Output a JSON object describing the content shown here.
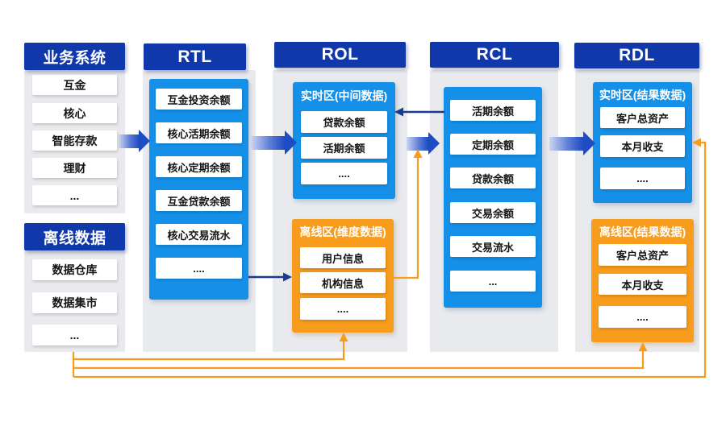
{
  "business": {
    "header": "业务系统",
    "items": [
      "互金",
      "核心",
      "智能存款",
      "理财",
      "..."
    ]
  },
  "offline_data": {
    "header": "离线数据",
    "items": [
      "数据仓库",
      "数据集市",
      "..."
    ]
  },
  "rtl": {
    "header": "RTL",
    "items": [
      "互金投资余额",
      "核心活期余额",
      "核心定期余额",
      "互金贷款余额",
      "核心交易流水",
      "...."
    ]
  },
  "rol": {
    "header": "ROL",
    "realtime": {
      "title": "实时区(中间数据)",
      "items": [
        "贷款余额",
        "活期余额",
        "...."
      ]
    },
    "offline": {
      "title": "离线区(维度数据)",
      "items": [
        "用户信息",
        "机构信息",
        "...."
      ]
    }
  },
  "rcl": {
    "header": "RCL",
    "items": [
      "活期余额",
      "定期余额",
      "贷款余额",
      "交易余额",
      "交易流水",
      "..."
    ]
  },
  "rdl": {
    "header": "RDL",
    "realtime": {
      "title": "实时区(结果数据)",
      "items": [
        "客户总资产",
        "本月收支",
        "...."
      ]
    },
    "offline": {
      "title": "离线区(结果数据)",
      "items": [
        "客户总资产",
        "本月收支",
        "...."
      ]
    }
  },
  "colors": {
    "header_blue": "#1038aa",
    "panel_blue": "#1590e9",
    "panel_orange": "#f89c1d",
    "connector_navy": "#1a3a8c",
    "connector_orange": "#f89c1d",
    "column_gray": "#e9eaee",
    "flow_arrow_gradient_start": "#ccd6f1",
    "flow_arrow_gradient_end": "#1e4cc2"
  }
}
